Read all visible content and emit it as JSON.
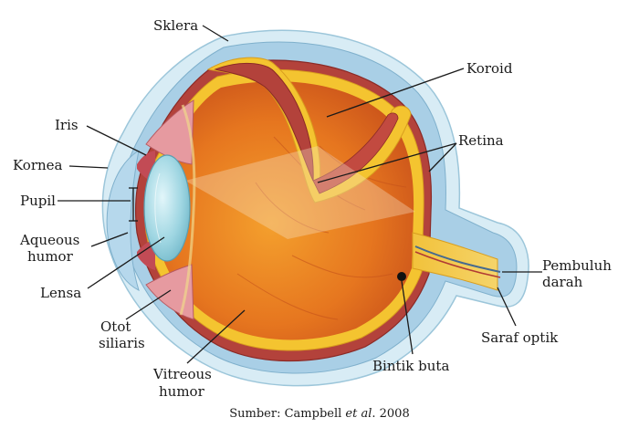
{
  "labels": {
    "sklera": "Sklera",
    "koroid": "Koroid",
    "iris": "Iris",
    "retina": "Retina",
    "kornea": "Kornea",
    "pupil": "Pupil",
    "aqueous_1": "Aqueous",
    "aqueous_2": "humor",
    "lensa": "Lensa",
    "pembuluh_1": "Pembuluh",
    "pembuluh_2": "darah",
    "otot_1": "Otot",
    "otot_2": "siliaris",
    "saraf": "Saraf optik",
    "bintik": "Bintik buta",
    "vitreous_1": "Vitreous",
    "vitreous_2": "humor"
  },
  "source": {
    "prefix": "Sumber: Campbell ",
    "italic": "et al",
    "suffix": ". 2008"
  },
  "colors": {
    "outer_shell": "#cfe6f2",
    "sclera": "#bcd8ea",
    "choroid": "#b2403a",
    "retina_yellow": "#f4c430",
    "vitreous": "#e2741f",
    "lens": "#a9dbe6",
    "nerve": "#f0b834"
  }
}
